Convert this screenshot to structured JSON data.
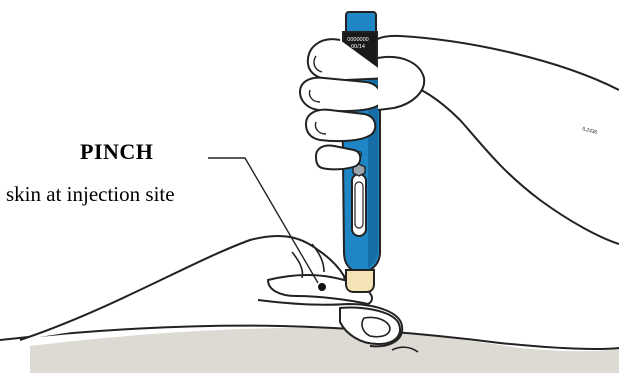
{
  "callout": {
    "title": "PINCH",
    "subtitle": "skin at injection site"
  },
  "pen": {
    "label_line1": "0000000",
    "label_line2": "00/14"
  },
  "figure_code": "IL2436",
  "colors": {
    "pen_blue": "#1f86c6",
    "pen_dark": "#0d4f7e",
    "pen_cap": "#1a1a1a",
    "skin_band": "#ddd9d3",
    "needle_shield": "#f3e3b5",
    "outline": "#222222"
  }
}
